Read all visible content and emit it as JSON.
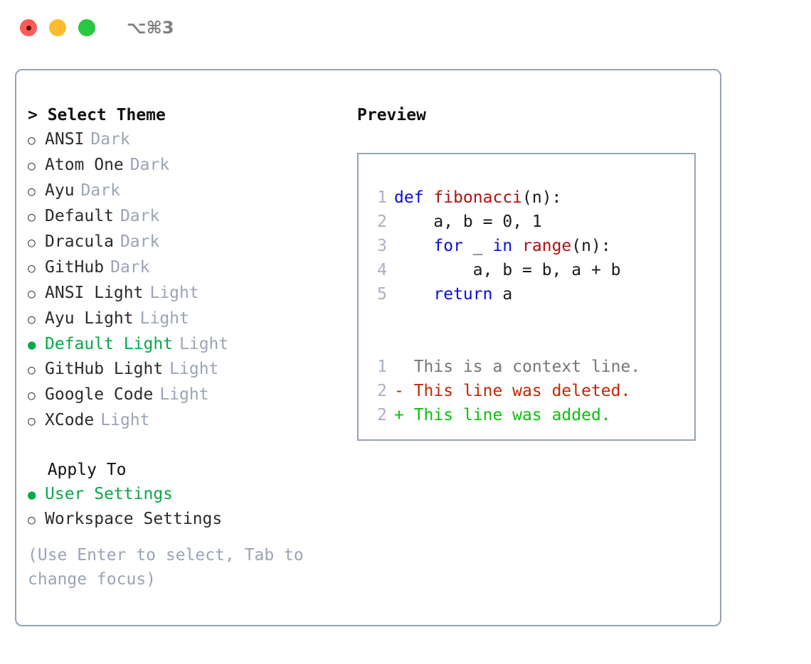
{
  "titlebar": {
    "lights": [
      {
        "name": "close-button",
        "color": "#fc5b57"
      },
      {
        "name": "minimize-button",
        "color": "#fdbc2e"
      },
      {
        "name": "maximize-button",
        "color": "#28c840"
      }
    ],
    "shortcut": "⌥⌘3"
  },
  "theme_panel": {
    "header": "> Select Theme",
    "items": [
      {
        "marker": "○",
        "label": "ANSI",
        "tag": "Dark",
        "selected": false
      },
      {
        "marker": "○",
        "label": "Atom One",
        "tag": "Dark",
        "selected": false
      },
      {
        "marker": "○",
        "label": "Ayu",
        "tag": "Dark",
        "selected": false
      },
      {
        "marker": "○",
        "label": "Default",
        "tag": "Dark",
        "selected": false
      },
      {
        "marker": "○",
        "label": "Dracula",
        "tag": "Dark",
        "selected": false
      },
      {
        "marker": "○",
        "label": "GitHub",
        "tag": "Dark",
        "selected": false
      },
      {
        "marker": "○",
        "label": "ANSI Light",
        "tag": "Light",
        "selected": false
      },
      {
        "marker": "○",
        "label": "Ayu Light",
        "tag": "Light",
        "selected": false
      },
      {
        "marker": "●",
        "label": "Default Light",
        "tag": "Light",
        "selected": true
      },
      {
        "marker": "○",
        "label": "GitHub Light",
        "tag": "Light",
        "selected": false
      },
      {
        "marker": "○",
        "label": "Google Code",
        "tag": "Light",
        "selected": false
      },
      {
        "marker": "○",
        "label": "XCode",
        "tag": "Light",
        "selected": false
      }
    ]
  },
  "apply_to": {
    "header": "  Apply To",
    "items": [
      {
        "marker": "●",
        "label": "User Settings",
        "tag": "",
        "selected": true
      },
      {
        "marker": "○",
        "label": "Workspace Settings",
        "tag": "",
        "selected": false
      }
    ]
  },
  "hint": "(Use Enter to select, Tab to change focus)",
  "preview": {
    "title": "Preview",
    "code_lines": [
      {
        "no": "1",
        "tokens": [
          {
            "t": "def ",
            "c": "kw"
          },
          {
            "t": "fibonacci",
            "c": "fn"
          },
          {
            "t": "(n):",
            "c": "punc"
          }
        ]
      },
      {
        "no": "2",
        "tokens": [
          {
            "t": "    a, b = ",
            "c": "id"
          },
          {
            "t": "0",
            "c": "num"
          },
          {
            "t": ", ",
            "c": "punc"
          },
          {
            "t": "1",
            "c": "num"
          }
        ]
      },
      {
        "no": "3",
        "tokens": [
          {
            "t": "    ",
            "c": "id"
          },
          {
            "t": "for",
            "c": "kw"
          },
          {
            "t": " _ ",
            "c": "id"
          },
          {
            "t": "in",
            "c": "kw"
          },
          {
            "t": " ",
            "c": "id"
          },
          {
            "t": "range",
            "c": "fn"
          },
          {
            "t": "(n):",
            "c": "punc"
          }
        ]
      },
      {
        "no": "4",
        "tokens": [
          {
            "t": "        a, b = b, a + b",
            "c": "id"
          }
        ]
      },
      {
        "no": "5",
        "tokens": [
          {
            "t": "    ",
            "c": "id"
          },
          {
            "t": "return",
            "c": "kw"
          },
          {
            "t": " a",
            "c": "id"
          }
        ]
      }
    ],
    "diff_lines": [
      {
        "no": "1",
        "sign": "  ",
        "text": "This is a context line.",
        "kind": "ctx"
      },
      {
        "no": "2",
        "sign": "- ",
        "text": "This line was deleted.",
        "kind": "del"
      },
      {
        "no": "2",
        "sign": "+ ",
        "text": "This line was added.",
        "kind": "add"
      }
    ]
  },
  "colors": {
    "accent_green": "#08a84a",
    "diff_add": "#09c209",
    "diff_del": "#c42504",
    "keyword_blue": "#0a0ae6",
    "function_red": "#b01010",
    "muted": "#9ba4b5",
    "border": "#97a2b5"
  }
}
